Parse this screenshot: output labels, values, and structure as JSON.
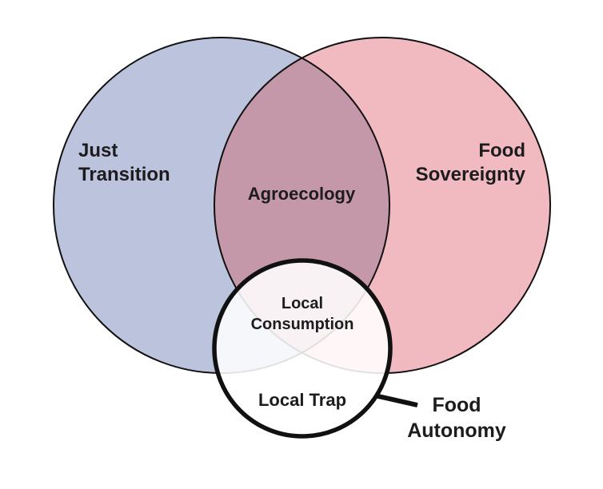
{
  "labels": {
    "left_circle": "Just\nTransition",
    "right_circle": "Food\nSovereignty",
    "big_overlap": "Agroecology",
    "triple_overlap": "Local\nConsumption",
    "small_circle_only": "Local Trap",
    "small_circle_callout": "Food\nAutonomy"
  },
  "colors": {
    "left_circle_fill": "#bcc3dc",
    "right_circle_fill": "#f1bac1",
    "overlap_fill": "#c598a9",
    "small_circle_fill": "rgba(255,255,255,0.87)",
    "outline": "#111111",
    "text": "#1c1c1e",
    "background": "#ffffff"
  }
}
